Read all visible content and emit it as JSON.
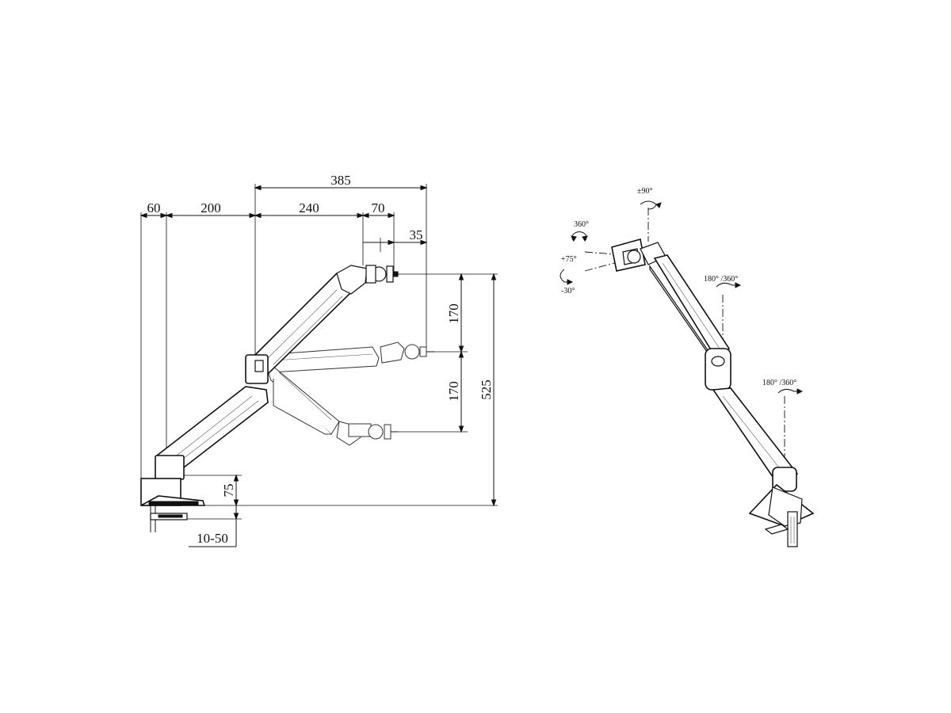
{
  "dimensions": {
    "d60": "60",
    "d200": "200",
    "d240": "240",
    "d70": "70",
    "d385": "385",
    "d35": "35",
    "d170_top": "170",
    "d170_bottom": "170",
    "d525": "525",
    "d75": "75",
    "d10_50": "10-50"
  },
  "rotation_labels": {
    "tilt_plus_minus": "±90°",
    "swivel_head": "360°",
    "tilt_up": "+75°",
    "tilt_down": "-30°",
    "elbow": "180° /360°",
    "base": "180° /360°"
  },
  "colors": {
    "line": "#111111",
    "background": "#ffffff"
  }
}
